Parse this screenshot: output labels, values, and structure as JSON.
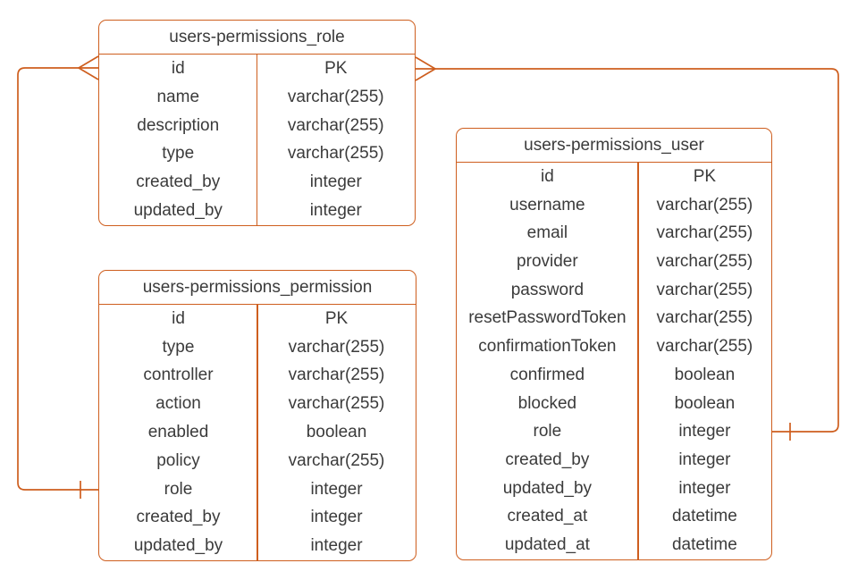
{
  "diagram": {
    "type": "entity-relationship",
    "colors": {
      "stroke": "#CE5E1E",
      "text": "#3B3B3B",
      "background": "#FFFFFF"
    },
    "tables": [
      {
        "id": "role",
        "title": "users-permissions_role",
        "fields": [
          {
            "name": "id",
            "type": "PK"
          },
          {
            "name": "name",
            "type": "varchar(255)"
          },
          {
            "name": "description",
            "type": "varchar(255)"
          },
          {
            "name": "type",
            "type": "varchar(255)"
          },
          {
            "name": "created_by",
            "type": "integer"
          },
          {
            "name": "updated_by",
            "type": "integer"
          }
        ]
      },
      {
        "id": "permission",
        "title": "users-permissions_permission",
        "fields": [
          {
            "name": "id",
            "type": "PK"
          },
          {
            "name": "type",
            "type": "varchar(255)"
          },
          {
            "name": "controller",
            "type": "varchar(255)"
          },
          {
            "name": "action",
            "type": "varchar(255)"
          },
          {
            "name": "enabled",
            "type": "boolean"
          },
          {
            "name": "policy",
            "type": "varchar(255)"
          },
          {
            "name": "role",
            "type": "integer"
          },
          {
            "name": "created_by",
            "type": "integer"
          },
          {
            "name": "updated_by",
            "type": "integer"
          }
        ]
      },
      {
        "id": "user",
        "title": "users-permissions_user",
        "fields": [
          {
            "name": "id",
            "type": "PK"
          },
          {
            "name": "username",
            "type": "varchar(255)"
          },
          {
            "name": "email",
            "type": "varchar(255)"
          },
          {
            "name": "provider",
            "type": "varchar(255)"
          },
          {
            "name": "password",
            "type": "varchar(255)"
          },
          {
            "name": "resetPasswordToken",
            "type": "varchar(255)"
          },
          {
            "name": "confirmationToken",
            "type": "varchar(255)"
          },
          {
            "name": "confirmed",
            "type": "boolean"
          },
          {
            "name": "blocked",
            "type": "boolean"
          },
          {
            "name": "role",
            "type": "integer"
          },
          {
            "name": "created_by",
            "type": "integer"
          },
          {
            "name": "updated_by",
            "type": "integer"
          },
          {
            "name": "created_at",
            "type": "datetime"
          },
          {
            "name": "updated_at",
            "type": "datetime"
          }
        ]
      }
    ],
    "relationships": [
      {
        "id": "role-permission",
        "from": {
          "table": "users-permissions_role",
          "field": "id",
          "cardinality": "many"
        },
        "to": {
          "table": "users-permissions_permission",
          "field": "role",
          "cardinality": "one"
        }
      },
      {
        "id": "role-user",
        "from": {
          "table": "users-permissions_role",
          "field": "id",
          "cardinality": "many"
        },
        "to": {
          "table": "users-permissions_user",
          "field": "role",
          "cardinality": "one"
        }
      }
    ]
  }
}
